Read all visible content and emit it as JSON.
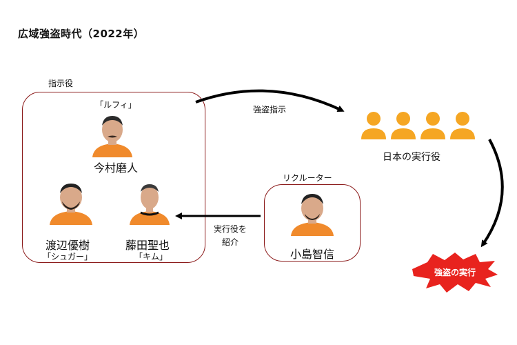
{
  "title": "広域強盗時代（2022年）",
  "colors": {
    "box_border": "#8b1a1a",
    "shirt": "#f08a2c",
    "skin": "#d9a98a",
    "figure": "#f5a623",
    "burst": "#e8231e",
    "arrow": "#000000"
  },
  "leader_group": {
    "label": "指示役",
    "leader": {
      "alias": "「ルフィ」",
      "name": "今村磨人"
    },
    "members": [
      {
        "name": "渡辺優樹",
        "alias": "「シュガー」"
      },
      {
        "name": "藤田聖也",
        "alias": "「キム」"
      }
    ]
  },
  "recruiter_group": {
    "label": "リクルーター",
    "name": "小島智信"
  },
  "arrows": {
    "order_label": "強盗指示",
    "introduce_label_line1": "実行役を",
    "introduce_label_line2": "紹介"
  },
  "executors": {
    "label": "日本の実行役",
    "icon": "person-silhouette-icon",
    "count": 4
  },
  "result": {
    "label": "強盗の実行"
  }
}
